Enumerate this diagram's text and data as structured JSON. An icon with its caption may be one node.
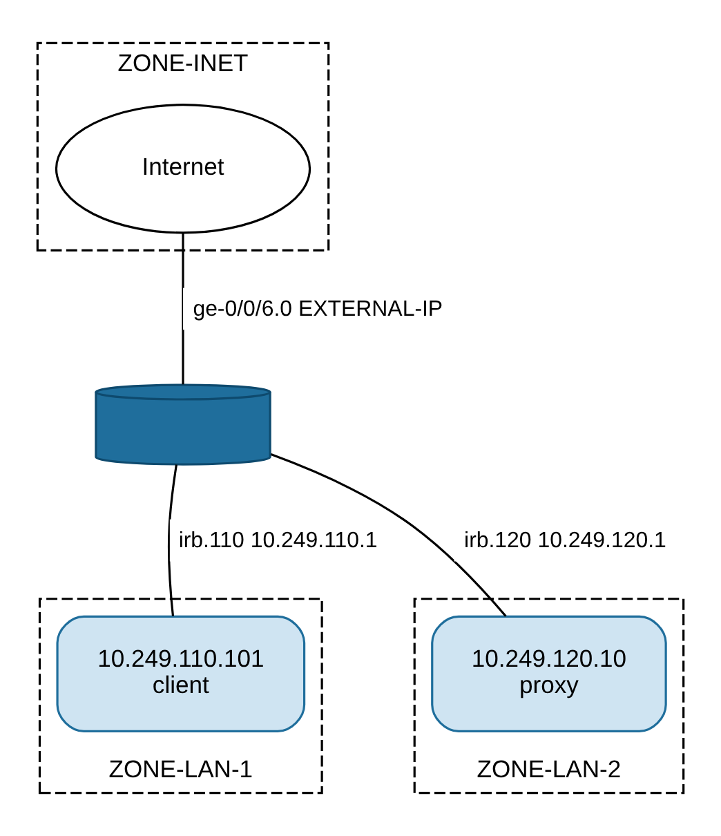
{
  "diagram": {
    "nodes": [
      {
        "text": [
          "ZONE-INET"
        ]
      },
      {
        "text": [
          "Internet"
        ],
        "in": 0
      },
      {
        "text": [
          "ZONE-LAN-1"
        ]
      },
      {
        "text": [],
        "shape": "cylinder"
      },
      {
        "text": [
          "ZONE-LAN-2"
        ]
      },
      {
        "text": [
          "10.249.110.101",
          "client"
        ],
        "in": 2
      },
      {
        "text": [
          "10.249.120.10",
          "proxy"
        ],
        "in": 4
      }
    ],
    "edges": [
      {
        "from": 1,
        "to": 3,
        "arrow": "none",
        "label": "ge-0/0/6.0 EXTERNAL-IP"
      },
      {
        "from": 3,
        "to": 5,
        "arrow": "none",
        "label": "irb.110 10.249.110.1"
      },
      {
        "from": 3,
        "to": 6,
        "arrow": "none",
        "label": "irb.120 10.249.120.1"
      }
    ]
  }
}
